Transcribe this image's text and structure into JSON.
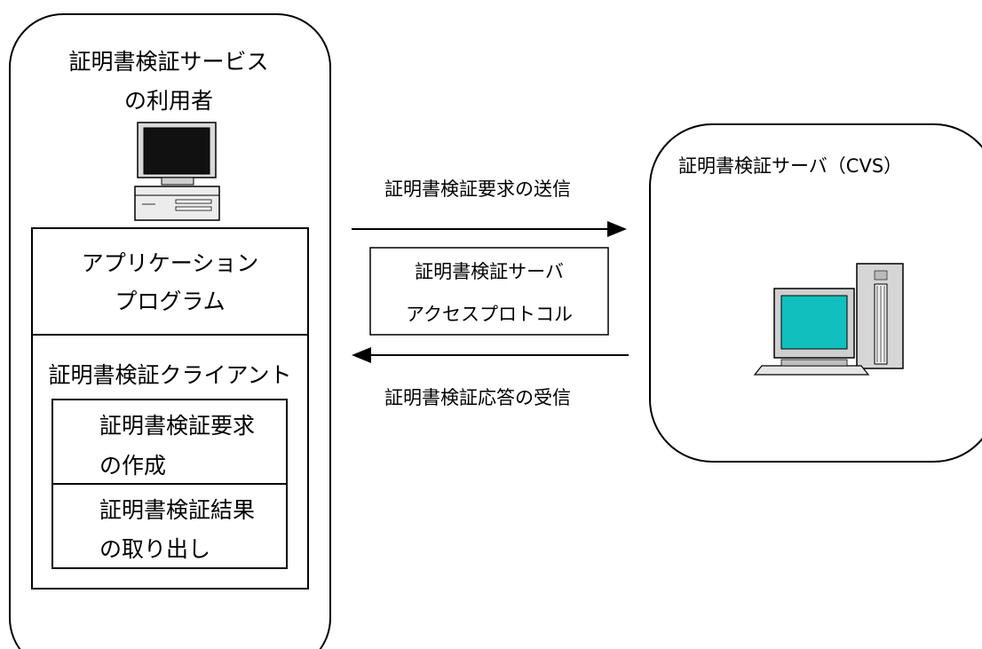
{
  "client": {
    "title_line1": "証明書検証サービス",
    "title_line2": "の利用者",
    "app_line1": "アプリケーション",
    "app_line2": "プログラム",
    "client_label": "証明書検証クライアント",
    "create_line1": "証明書検証要求",
    "create_line2": "の作成",
    "extract_line1": "証明書検証結果",
    "extract_line2": "の取り出し"
  },
  "middle": {
    "request_label": "証明書検証要求の送信",
    "protocol_line1": "証明書検証サーバ",
    "protocol_line2": "アクセスプロトコル",
    "response_label": "証明書検証応答の受信"
  },
  "server": {
    "title": "証明書検証サーバ（CVS）"
  },
  "colors": {
    "screen_dark": "#111111",
    "screen_teal": "#12bfbf",
    "device_gray": "#c8c8c8"
  }
}
